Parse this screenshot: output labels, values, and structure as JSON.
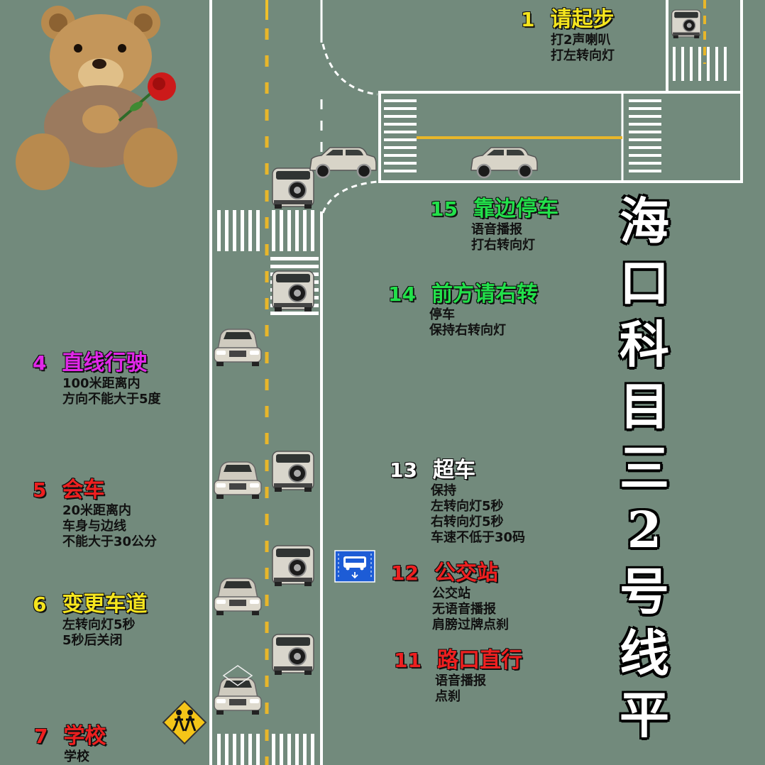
{
  "side_title": [
    "海",
    "口",
    "科",
    "目",
    "三",
    "2",
    "号",
    "线",
    "平"
  ],
  "steps": [
    {
      "num": "1",
      "title": "请起步",
      "color": "#f5e51e",
      "notes": [
        "打2声喇叭",
        "打左转向灯"
      ]
    },
    {
      "num": "15",
      "title": "靠边停车",
      "color": "#22e04a",
      "notes": [
        "语音播报",
        "打右转向灯"
      ]
    },
    {
      "num": "14",
      "title": "前方请右转",
      "color": "#22e04a",
      "notes": [
        "停车",
        "保持右转向灯"
      ]
    },
    {
      "num": "4",
      "title": "直线行驶",
      "color": "#e027e8",
      "notes": [
        "100米距离内",
        "方向不能大于5度"
      ]
    },
    {
      "num": "13",
      "title": "超车",
      "color": "#ffffff",
      "notes": [
        "保持",
        "左转向灯5秒",
        "右转向灯5秒",
        "车速不低于30码"
      ]
    },
    {
      "num": "5",
      "title": "会车",
      "color": "#ee2020",
      "notes": [
        "20米距离内",
        "车身与边线",
        "不能大于30公分"
      ]
    },
    {
      "num": "12",
      "title": "公交站",
      "color": "#ee2020",
      "notes": [
        "公交站",
        "无语音播报",
        "肩膀过牌点刹"
      ]
    },
    {
      "num": "6",
      "title": "变更车道",
      "color": "#f5e51e",
      "notes": [
        "左转向灯5秒",
        "5秒后关闭"
      ]
    },
    {
      "num": "11",
      "title": "路口直行",
      "color": "#ee2020",
      "notes": [
        "语音播报",
        "点刹"
      ]
    },
    {
      "num": "7",
      "title": "学校",
      "color": "#ee2020",
      "notes": [
        "学校"
      ]
    }
  ],
  "colors": {
    "background": "#728a7c",
    "road_line": "#ffffff",
    "center_line": "#e8b62a",
    "bus_sign": "#1d5cd6",
    "school_sign": "#f5c518"
  },
  "icons": [
    "teddy-bear-rose",
    "car-rear-view",
    "car-front-view",
    "car-side-view",
    "bus-stop-sign",
    "school-crossing-sign"
  ]
}
